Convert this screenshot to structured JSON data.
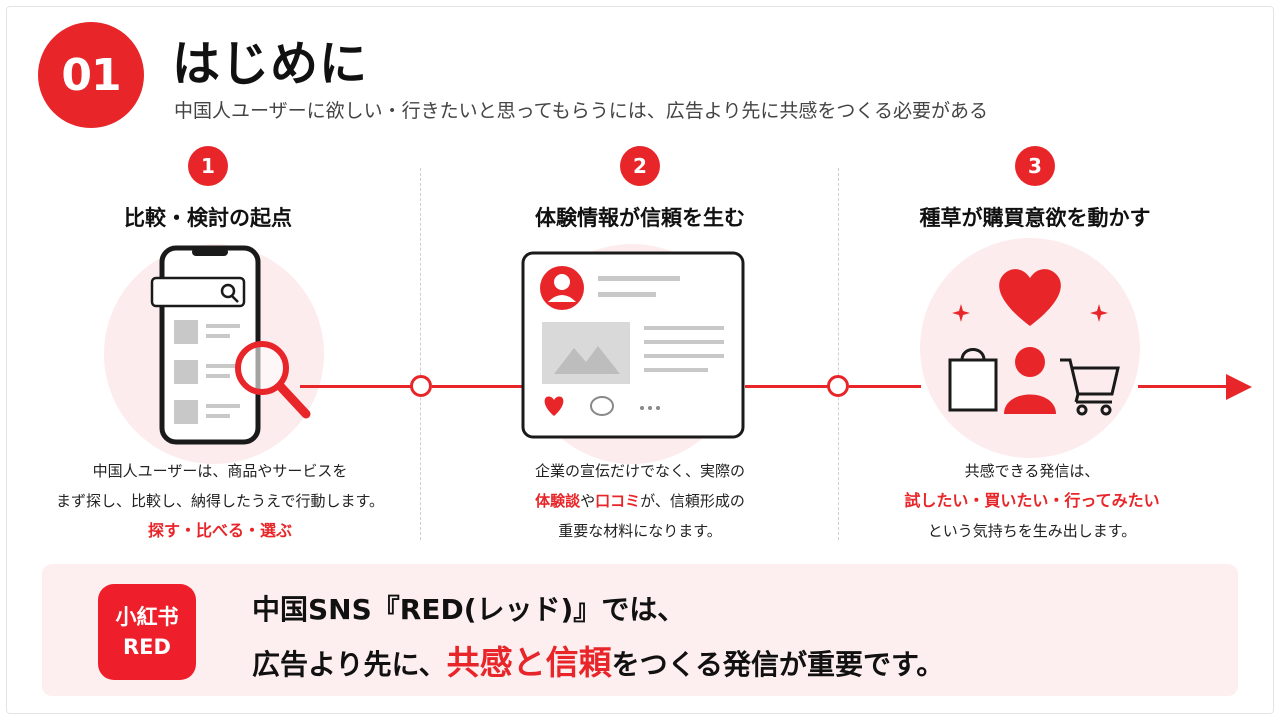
{
  "header": {
    "number": "01",
    "title": "はじめに",
    "subtitle": "中国人ユーザーに欲しい・行きたいと思ってもらうには、広告より先に共感をつくる必要がある"
  },
  "steps": [
    {
      "num": "1",
      "title": "比較・検討の起点",
      "desc_line1": "中国人ユーザーは、商品やサービスを",
      "desc_line2": "まず探し、比較し、納得したうえで行動します。",
      "highlight": "探す・比べる・選ぶ"
    },
    {
      "num": "2",
      "title": "体験情報が信頼を生む",
      "desc_line1": "企業の宣伝だけでなく、実際の",
      "desc_hl1": "体験談",
      "desc_mid": "や",
      "desc_hl2": "口コミ",
      "desc_after": "が、信頼形成の",
      "desc_line3": "重要な材料になります。"
    },
    {
      "num": "3",
      "title": "種草が購買意欲を動かす",
      "desc_line1": "共感できる発信は、",
      "highlight": "試したい・買いたい・行ってみたい",
      "desc_line3": "という気持ちを生み出します。"
    }
  ],
  "bottom": {
    "logo_line1": "小紅书",
    "logo_line2": "RED",
    "line1": "中国SNS『RED(レッド)』では、",
    "line2_before": "広告より先に、",
    "line2_highlight": "共感と信頼",
    "line2_after": "をつくる発信が重要です。"
  },
  "colors": {
    "accent": "#e8262a",
    "soft_pink": "#fdeced",
    "gray_icon": "#c8c8c8"
  },
  "icons": [
    "search-icon",
    "smartphone-icon",
    "magnifier-icon",
    "user-avatar-icon",
    "image-icon",
    "heart-icon",
    "comment-icon",
    "more-icon",
    "shopping-bag-icon",
    "person-icon",
    "cart-icon",
    "sparkle-icon",
    "arrow-right-icon"
  ]
}
